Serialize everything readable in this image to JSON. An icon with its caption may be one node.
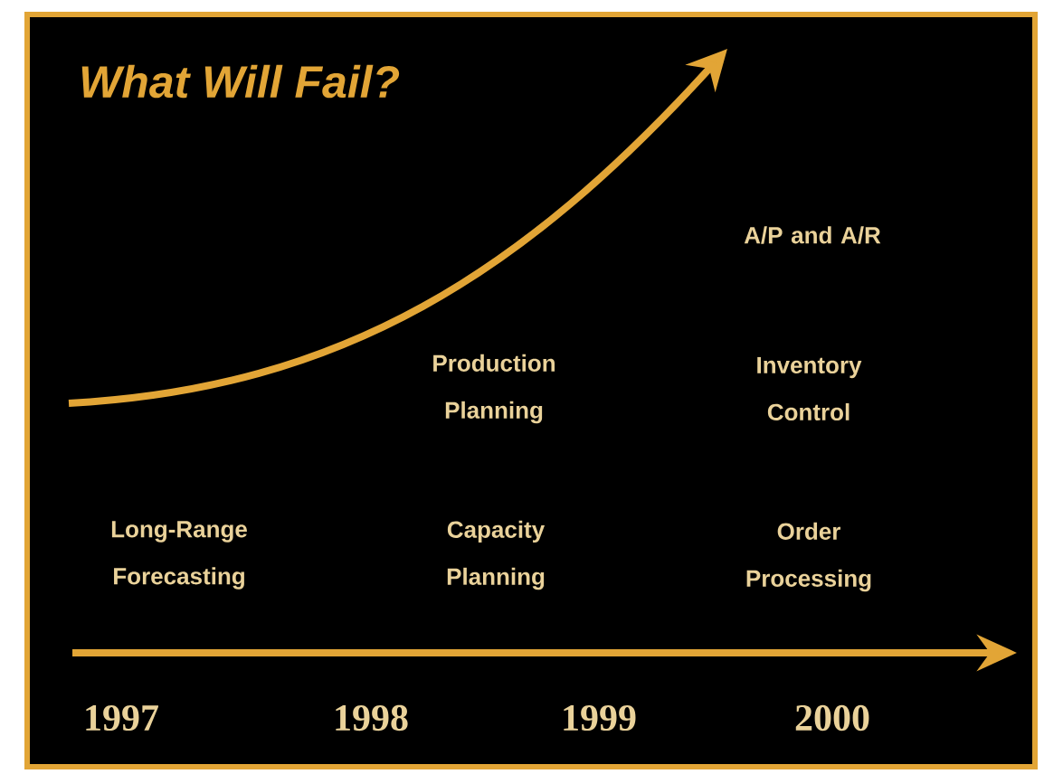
{
  "diagram": {
    "title": "What Will Fail?",
    "labels": [
      "A/P and A/R",
      "Production Planning",
      "Inventory Control",
      "Long-Range Forecasting",
      "Capacity Planning",
      "Order Processing",
      "1997",
      "1998",
      "1999",
      "2000"
    ]
  }
}
